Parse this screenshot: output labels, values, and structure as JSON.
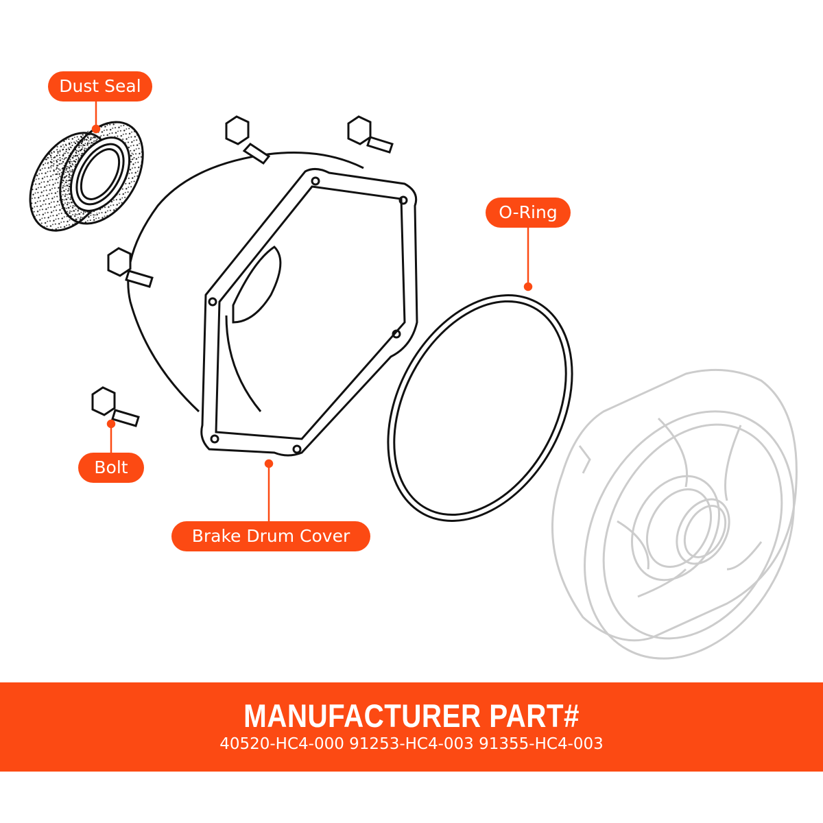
{
  "labels": {
    "dust_seal": "Dust Seal",
    "o_ring": "O-Ring",
    "bolt": "Bolt",
    "brake_drum_cover": "Brake Drum Cover"
  },
  "footer": {
    "title": "MANUFACTURER PART#",
    "part_numbers": "40520-HC4-000 91253-HC4-003 91355-HC4-003"
  },
  "colors": {
    "accent": "#fc4a13",
    "line_art": "#111111",
    "ghost_art": "#cccccc",
    "background": "#ffffff"
  }
}
